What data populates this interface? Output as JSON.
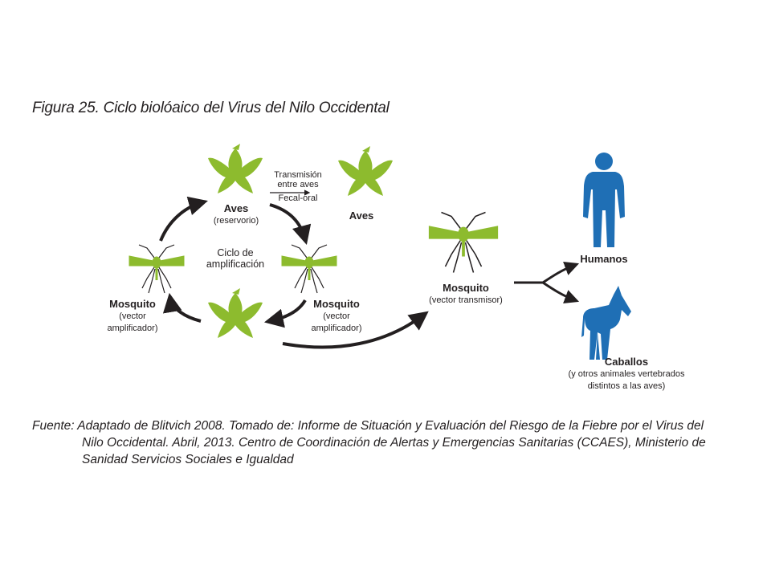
{
  "title": "Figura 25. Ciclo biolóaico del Virus del Nilo Occidental",
  "nodes": {
    "aves_top": {
      "name": "Aves",
      "sub": "(reservorio)"
    },
    "aves_right": {
      "name": "Aves"
    },
    "transmission": {
      "line1": "Transmisión",
      "line2": "entre aves",
      "line3": "Fecal-oral"
    },
    "cycle_center": {
      "line1": "Ciclo de",
      "line2": "amplificación"
    },
    "mosquito_left": {
      "name": "Mosquito",
      "sub1": "(vector",
      "sub2": "amplificador)"
    },
    "mosquito_right": {
      "name": "Mosquito",
      "sub1": "(vector",
      "sub2": "amplificador)"
    },
    "mosquito_transmitter": {
      "name": "Mosquito",
      "sub": "(vector transmisor)"
    },
    "humans": {
      "name": "Humanos"
    },
    "horses": {
      "name": "Caballos",
      "sub1": "(y otros animales vertebrados",
      "sub2": "distintos a las aves)"
    }
  },
  "colors": {
    "bird": "#8dbb2e",
    "mosquito": "#8dbb2e",
    "host": "#1f6fb5",
    "arrow": "#231f20"
  },
  "source": {
    "line1": "Fuente: Adaptado de Blitvich 2008. Tomado de: Informe de Situación y Evaluación del Riesgo de la Fiebre por el Virus del",
    "line2": "Nilo Occidental. Abril, 2013. Centro de Coordinación de Alertas y Emergencias Sanitarias (CCAES), Ministerio de",
    "line3": "Sanidad Servicios Sociales e Igualdad"
  }
}
